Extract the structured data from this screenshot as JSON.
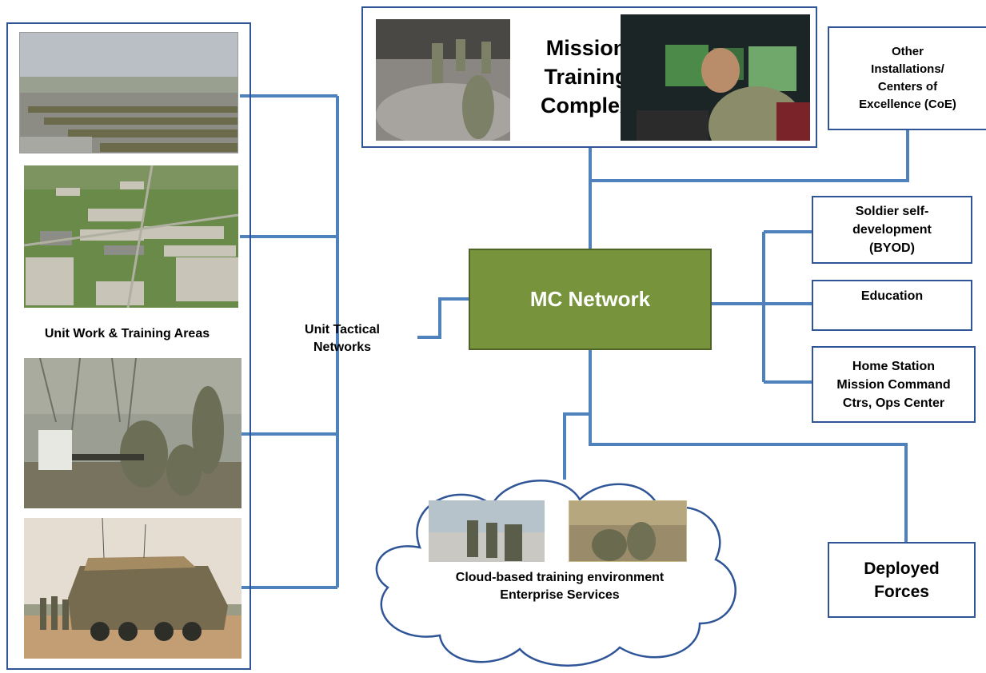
{
  "unit_areas_label": "Unit Work & Training Areas",
  "unit_tactical_label": "Unit Tactical\nNetworks",
  "mission_training_label": "Mission\nTraining\nComplex",
  "mc_network_label": "MC Network",
  "other_installations_label": "Other\nInstallations/\nCenters of\nExcellence (CoE)",
  "soldier_self_label": "Soldier self-\ndevelopment\n(BYOD)",
  "education_label": "Education",
  "home_station_label": "Home Station\nMission Command\nCtrs,  Ops Center",
  "deployed_forces_label": "Deployed\nForces",
  "cloud_label": "Cloud-based training environment\nEnterprise Services",
  "colors": {
    "line": "#4f81bd",
    "box_border": "#2f5597",
    "mc_fill": "#77933c",
    "mc_border": "#4f6228"
  }
}
